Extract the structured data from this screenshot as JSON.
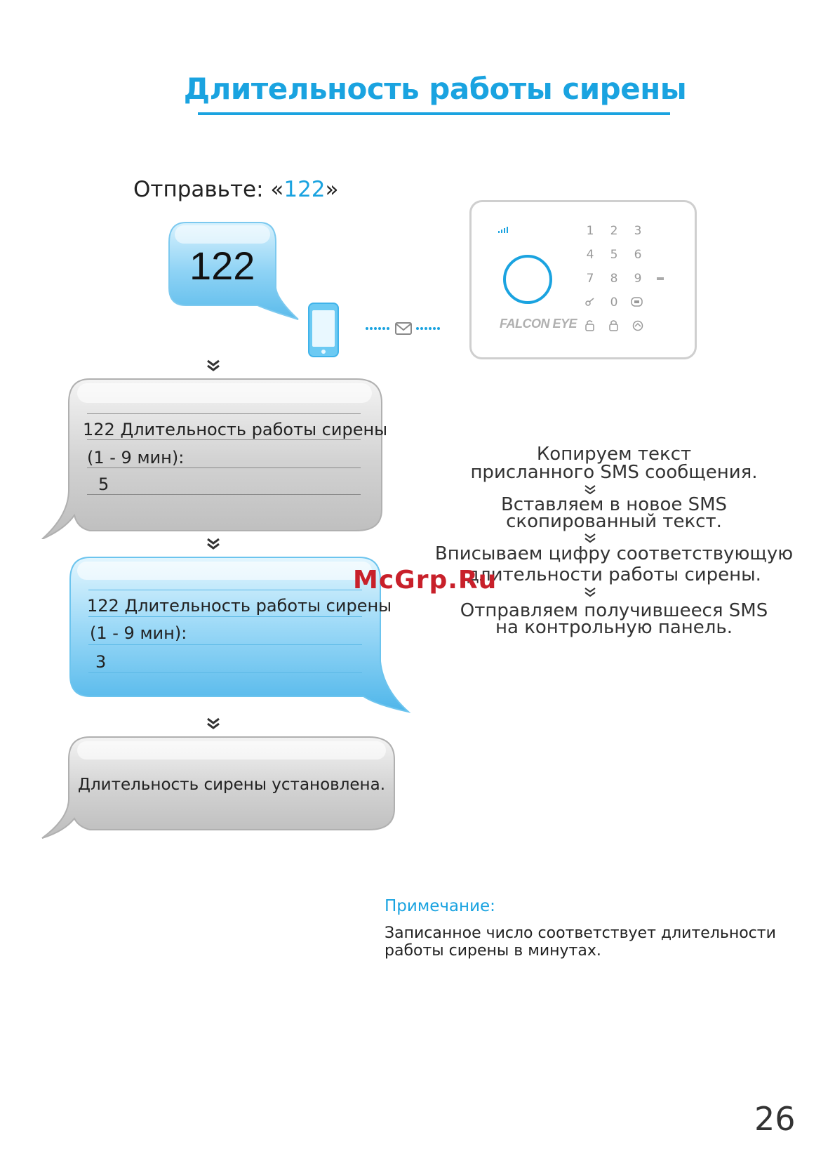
{
  "page": {
    "title": "Длительность работы сирены",
    "page_number": "26"
  },
  "send": {
    "label": "Отправьте: «",
    "code": "122",
    "close": "»"
  },
  "sms_bubble": {
    "text": "122"
  },
  "device": {
    "brand": "FALCON EYE",
    "keys": [
      "1",
      "2",
      "3",
      "4",
      "5",
      "6",
      "7",
      "8",
      "9",
      "0"
    ]
  },
  "reply_bubble": {
    "line1": "122 Длительность работы сирены",
    "line2": "(1 - 9 мин):",
    "line3": "5"
  },
  "edit_bubble": {
    "line1": "122 Длительность работы сирены",
    "line2": "(1 - 9 мин):",
    "line3": "3"
  },
  "confirm_bubble": {
    "text": "Длительность сирены установлена."
  },
  "steps": {
    "s1a": "Копируем текст",
    "s1b": "присланного SMS сообщения.",
    "s2a": "Вставляем в новое SMS",
    "s2b": "скопированный текст.",
    "s3a": "Вписываем цифру соответствующую",
    "s3b": "длительности работы сирены.",
    "s4a": "Отправляем получившееся SMS",
    "s4b": "на контрольную панель."
  },
  "note": {
    "title": "Примечание:",
    "line1": "Записанное число соответствует длительности",
    "line2": "работы сирены в минутах."
  },
  "watermark": "McGrp.Ru",
  "colors": {
    "accent": "#1aa3e0",
    "bubble_gray": "#d6d6d6",
    "bubble_blue": "#8fd3f5"
  }
}
